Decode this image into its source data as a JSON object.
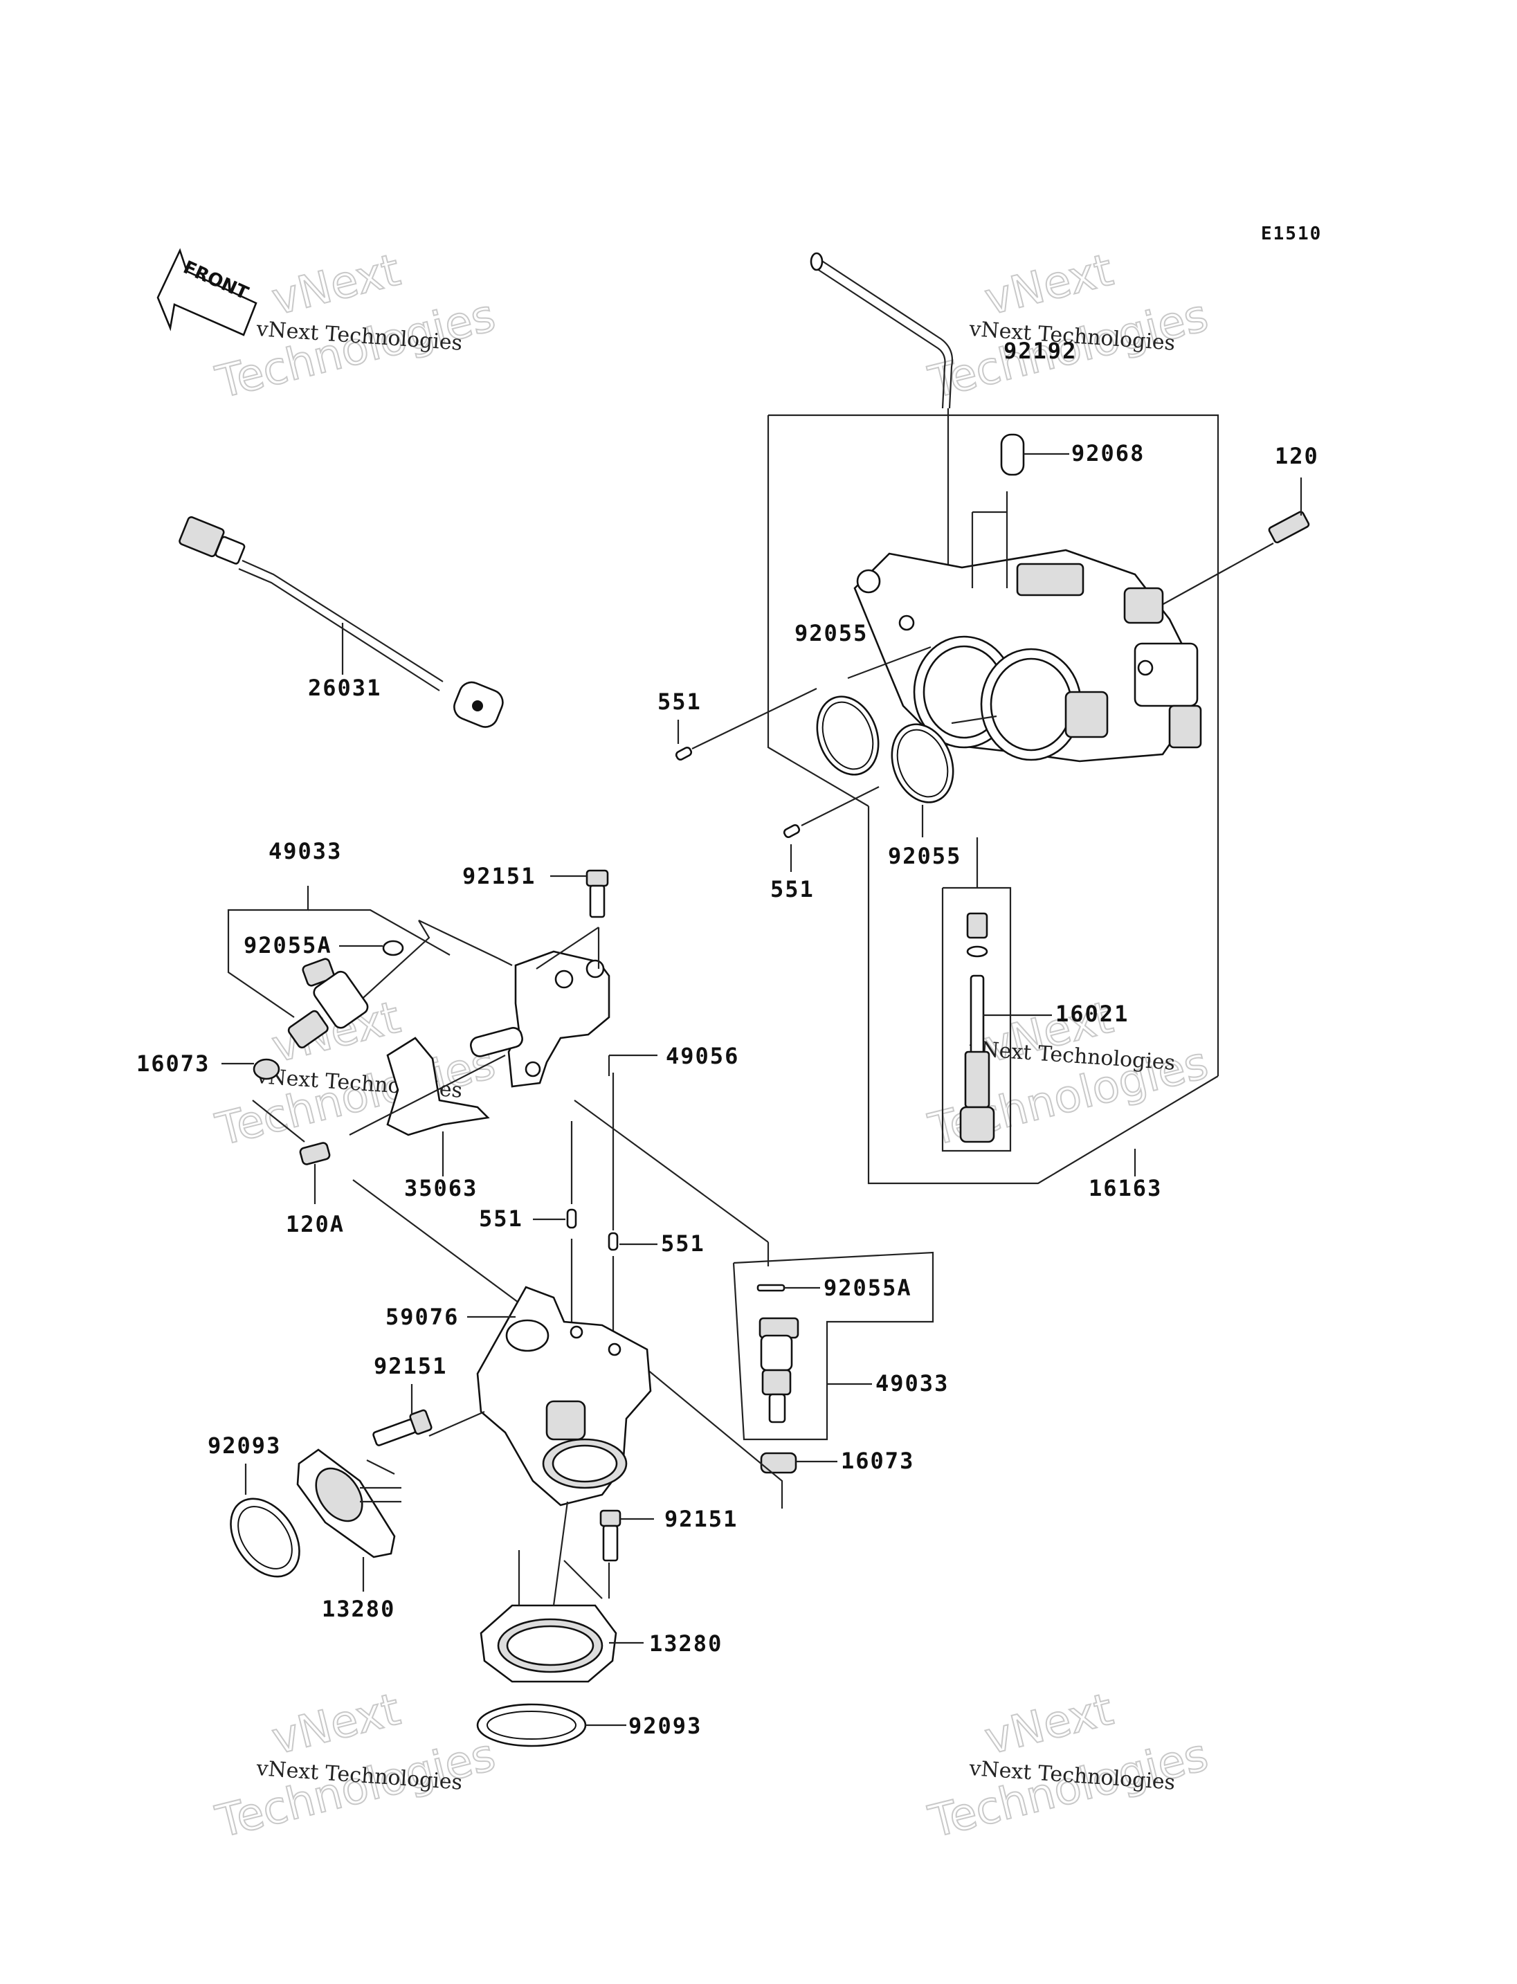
{
  "diagram_code": "E1510",
  "front_label": "FRONT",
  "watermark": {
    "line1": "vNext Technologies",
    "line2": "vNext",
    "line3": "Technologies"
  },
  "part_labels": [
    {
      "id": "p92192",
      "text": "92192"
    },
    {
      "id": "p92068",
      "text": "92068"
    },
    {
      "id": "p120",
      "text": "120"
    },
    {
      "id": "p26031",
      "text": "26031"
    },
    {
      "id": "p92055_top",
      "text": "92055"
    },
    {
      "id": "p551_a",
      "text": "551"
    },
    {
      "id": "p92055_mid",
      "text": "92055"
    },
    {
      "id": "p551_b",
      "text": "551"
    },
    {
      "id": "p49033_top",
      "text": "49033"
    },
    {
      "id": "p92151_top",
      "text": "92151"
    },
    {
      "id": "p92055A_top",
      "text": "92055A"
    },
    {
      "id": "p16021",
      "text": "16021"
    },
    {
      "id": "p16073_left",
      "text": "16073"
    },
    {
      "id": "p49056",
      "text": "49056"
    },
    {
      "id": "p35063",
      "text": "35063"
    },
    {
      "id": "p16163",
      "text": "16163"
    },
    {
      "id": "p120A",
      "text": "120A"
    },
    {
      "id": "p551_c",
      "text": "551"
    },
    {
      "id": "p551_d",
      "text": "551"
    },
    {
      "id": "p92055A_right",
      "text": "92055A"
    },
    {
      "id": "p59076",
      "text": "59076"
    },
    {
      "id": "p92151_mid",
      "text": "92151"
    },
    {
      "id": "p49033_right",
      "text": "49033"
    },
    {
      "id": "p92093_left",
      "text": "92093"
    },
    {
      "id": "p16073_right",
      "text": "16073"
    },
    {
      "id": "p92151_low",
      "text": "92151"
    },
    {
      "id": "p13280_left",
      "text": "13280"
    },
    {
      "id": "p13280_right",
      "text": "13280"
    },
    {
      "id": "p92093_right",
      "text": "92093"
    }
  ]
}
